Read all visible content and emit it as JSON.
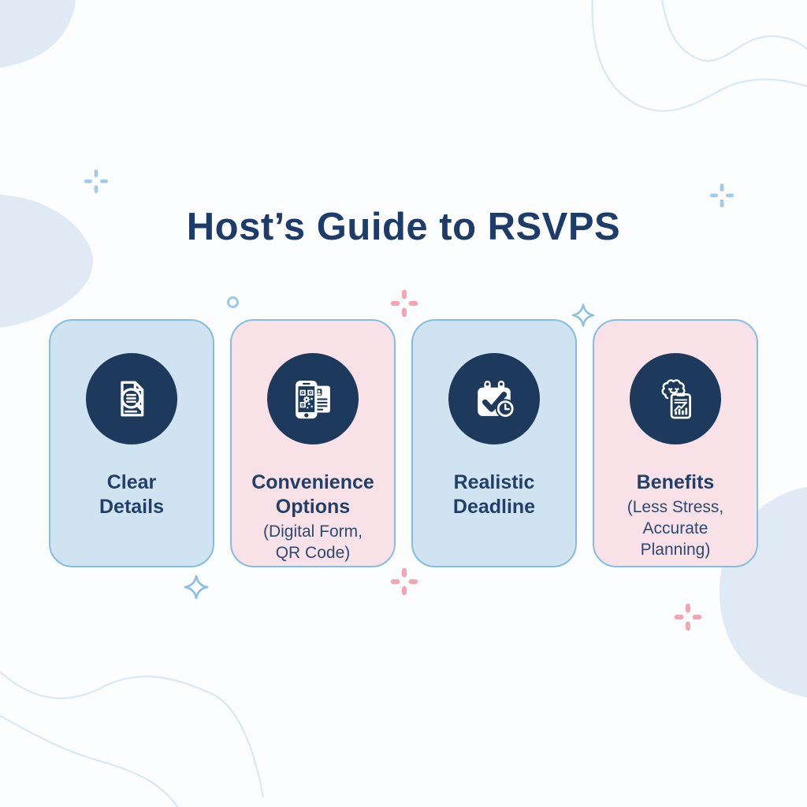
{
  "title": "Host’s Guide to RSVPS",
  "cards": [
    {
      "label": "Clear\nDetails",
      "sublabel": "",
      "icon": "document-search-icon",
      "bg": "blue"
    },
    {
      "label": "Convenience\nOptions",
      "sublabel": "(Digital Form,\nQR Code)",
      "icon": "phone-qr-code-icon",
      "bg": "pink"
    },
    {
      "label": "Realistic\nDeadline",
      "sublabel": "",
      "icon": "calendar-check-clock-icon",
      "bg": "blue"
    },
    {
      "label": "Benefits",
      "sublabel": "(Less Stress,\nAccurate\nPlanning)",
      "icon": "brain-clipboard-chart-icon",
      "bg": "pink"
    }
  ],
  "colors": {
    "background": "#fcfdff",
    "title_text": "#1e3c69",
    "card_blue_bg": "#cfe3f1",
    "card_pink_bg": "#f9e2e7",
    "card_border": "#84bddf",
    "icon_circle": "#1d3a5c",
    "icon_foreground": "#ffffff",
    "plus_blue": "#a6c9e8",
    "plus_pink": "#f2a6b2",
    "sparkle_blue": "#8fc0e4",
    "ring_blue": "#9ec9e8",
    "blob_fill": "#dfeaf4",
    "wave_stroke": "#d9e8f4"
  },
  "decorations": {
    "items": [
      "blob-shape",
      "wave-line",
      "plus-icon",
      "sparkle-icon",
      "ring-icon"
    ]
  }
}
